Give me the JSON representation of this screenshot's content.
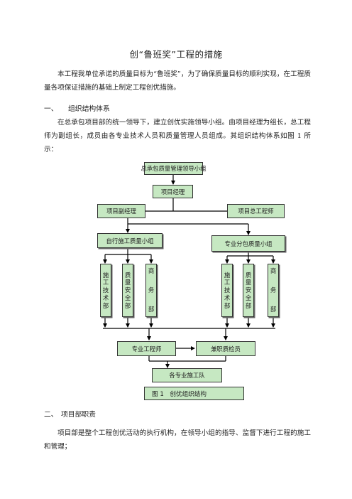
{
  "title": "创“鲁班奖”工程的措施",
  "intro": "本工程我单位承诺的质量目标为“鲁班奖”，为了确保质量目标的顺利实现，在工程质量各项保证措施的基础上制定工程创优措施。",
  "section1": {
    "number": "一、",
    "heading": "组织结构体系"
  },
  "section1_text": "在总承包项目部的统一领导下，建立创优实施领导小组。由项目经理为组长，总工程师为副组长，成员由各专业技术人员和质量管理人员组成。其组织结构体系如图 1 所示：",
  "org": {
    "leader_group": "总承包质量管理领导小组",
    "project_manager": "项目经理",
    "deputy_manager": "项目副经理",
    "chief_engineer": "项目总工程师",
    "self_group": "自行施工质量小组",
    "sub_group": "专业分包质量小组",
    "dept_tech": "施工技术部",
    "dept_quality": "质量安全部",
    "dept_business": "商务部",
    "specialist_engineer": "专业工程师",
    "part_time_inspector": "兼职质检员",
    "construction_teams": "各专业施工队"
  },
  "figure_caption": "图 1　创优组织结构",
  "section2": {
    "number": "二、",
    "heading": "项目部职责"
  },
  "section2_text": "项目部是整个工程创优活动的执行机构，在领导小组的指导、监督下进行工程的施工和管理；",
  "colors": {
    "box_fill": "#c6e8c2",
    "line": "#000000"
  }
}
